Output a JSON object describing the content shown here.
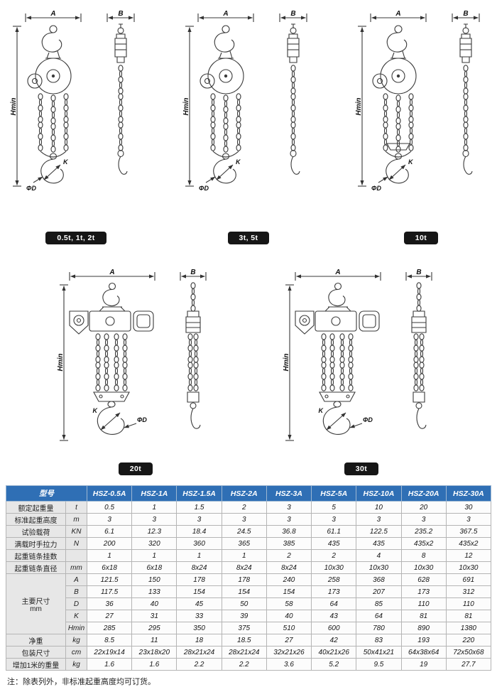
{
  "dims": {
    "a": "A",
    "b": "B",
    "hmin": "Hmin",
    "k": "K",
    "phi_d": "ΦD"
  },
  "drawings": {
    "groups": [
      {
        "badge": "0.5t, 1t, 2t"
      },
      {
        "badge": "3t, 5t"
      },
      {
        "badge": "10t"
      },
      {
        "badge": "20t"
      },
      {
        "badge": "30t"
      }
    ]
  },
  "table": {
    "model_label": "型号",
    "models": [
      "HSZ-0.5A",
      "HSZ-1A",
      "HSZ-1.5A",
      "HSZ-2A",
      "HSZ-3A",
      "HSZ-5A",
      "HSZ-10A",
      "HSZ-20A",
      "HSZ-30A"
    ],
    "rows": [
      {
        "label": "额定起重量",
        "rowspan": 1,
        "unit": "t",
        "values": [
          "0.5",
          "1",
          "1.5",
          "2",
          "3",
          "5",
          "10",
          "20",
          "30"
        ]
      },
      {
        "label": "标准起重高度",
        "rowspan": 1,
        "unit": "m",
        "values": [
          "3",
          "3",
          "3",
          "3",
          "3",
          "3",
          "3",
          "3",
          "3"
        ]
      },
      {
        "label": "试验载荷",
        "rowspan": 1,
        "unit": "KN",
        "values": [
          "6.1",
          "12.3",
          "18.4",
          "24.5",
          "36.8",
          "61.1",
          "122.5",
          "235.2",
          "367.5"
        ]
      },
      {
        "label": "满载时手拉力",
        "rowspan": 1,
        "unit": "N",
        "values": [
          "200",
          "320",
          "360",
          "365",
          "385",
          "435",
          "435",
          "435x2",
          "435x2"
        ]
      },
      {
        "label": "起重链条挂数",
        "rowspan": 1,
        "unit": "",
        "values": [
          "1",
          "1",
          "1",
          "1",
          "2",
          "2",
          "4",
          "8",
          "12"
        ]
      },
      {
        "label": "起重链条直径",
        "rowspan": 1,
        "unit": "mm",
        "values": [
          "6x18",
          "6x18",
          "8x24",
          "8x24",
          "8x24",
          "10x30",
          "10x30",
          "10x30",
          "10x30"
        ]
      },
      {
        "label": "主要尺寸",
        "label_sub": "mm",
        "rowspan": 5,
        "unit": "A",
        "values": [
          "121.5",
          "150",
          "178",
          "178",
          "240",
          "258",
          "368",
          "628",
          "691"
        ]
      },
      {
        "label": null,
        "unit": "B",
        "values": [
          "117.5",
          "133",
          "154",
          "154",
          "154",
          "173",
          "207",
          "173",
          "312"
        ]
      },
      {
        "label": null,
        "unit": "D",
        "values": [
          "36",
          "40",
          "45",
          "50",
          "58",
          "64",
          "85",
          "110",
          "110"
        ]
      },
      {
        "label": null,
        "unit": "K",
        "values": [
          "27",
          "31",
          "33",
          "39",
          "40",
          "43",
          "64",
          "81",
          "81"
        ]
      },
      {
        "label": null,
        "unit": "Hmin",
        "values": [
          "285",
          "295",
          "350",
          "375",
          "510",
          "600",
          "780",
          "890",
          "1380"
        ]
      },
      {
        "label": "净重",
        "rowspan": 1,
        "unit": "kg",
        "values": [
          "8.5",
          "11",
          "18",
          "18.5",
          "27",
          "42",
          "83",
          "193",
          "220"
        ]
      },
      {
        "label": "包装尺寸",
        "rowspan": 1,
        "unit": "cm",
        "values": [
          "22x19x14",
          "23x18x20",
          "28x21x24",
          "28x21x24",
          "32x21x26",
          "40x21x26",
          "50x41x21",
          "64x38x64",
          "72x50x68"
        ]
      },
      {
        "label": "增加1米的重量",
        "rowspan": 1,
        "unit": "kg",
        "values": [
          "1.6",
          "1.6",
          "2.2",
          "2.2",
          "3.6",
          "5.2",
          "9.5",
          "19",
          "27.7"
        ]
      }
    ]
  },
  "footnote": "注：除表列外，非标准起重高度均可订货。"
}
